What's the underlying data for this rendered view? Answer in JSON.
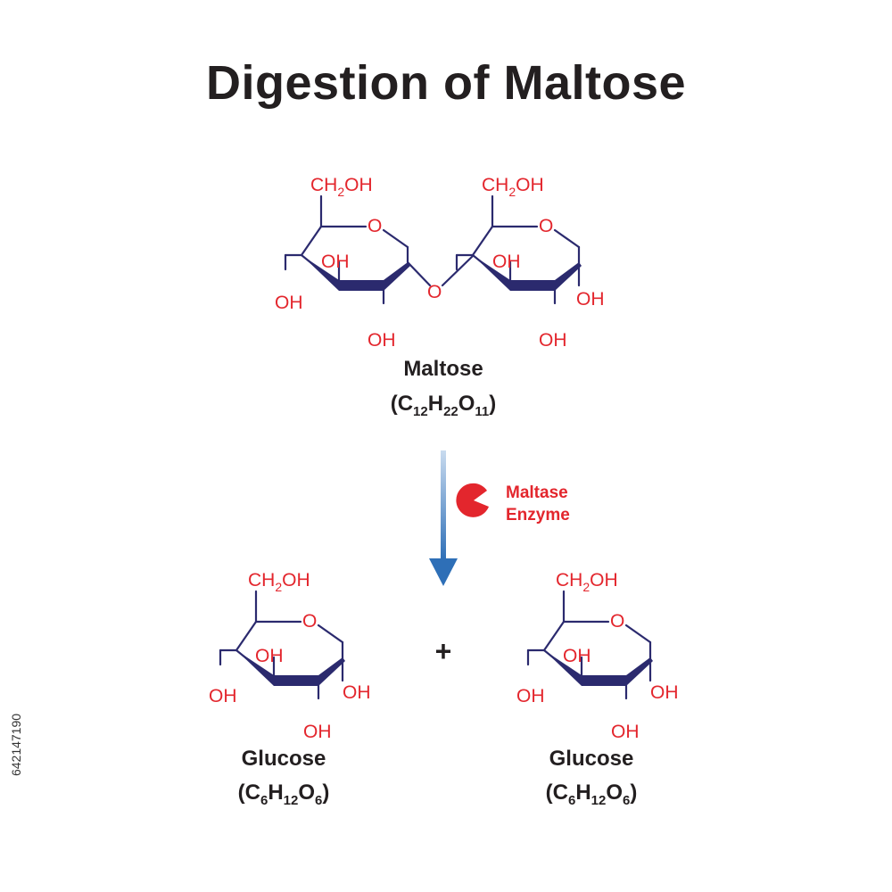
{
  "title": "Digestion of Maltose",
  "atoms": {
    "ch2oh_prefix": "CH",
    "ch2oh_sub": "2",
    "ch2oh_suffix": "OH",
    "ring_o": "O",
    "oh": "OH",
    "link_o": "O"
  },
  "maltose": {
    "name": "Maltose",
    "formula": {
      "open": "(C",
      "c": "12",
      "h_label": "H",
      "h": "22",
      "o_label": "O",
      "o": "11",
      "close": ")"
    }
  },
  "enzyme": {
    "line1": "Maltase",
    "line2": "Enzyme"
  },
  "plus": "+",
  "glucose": {
    "name": "Glucose",
    "formula": {
      "open": "(C",
      "c": "6",
      "h_label": "H",
      "h": "12",
      "o_label": "O",
      "o": "6",
      "close": ")"
    }
  },
  "stock_id": "642147190",
  "colors": {
    "atom_label": "#e3262d",
    "bond": "#2b2a6e",
    "arrow_top": "#c9dbef",
    "arrow_bottom": "#2e6fb7",
    "enzyme": "#e3262d",
    "text": "#231f20"
  }
}
